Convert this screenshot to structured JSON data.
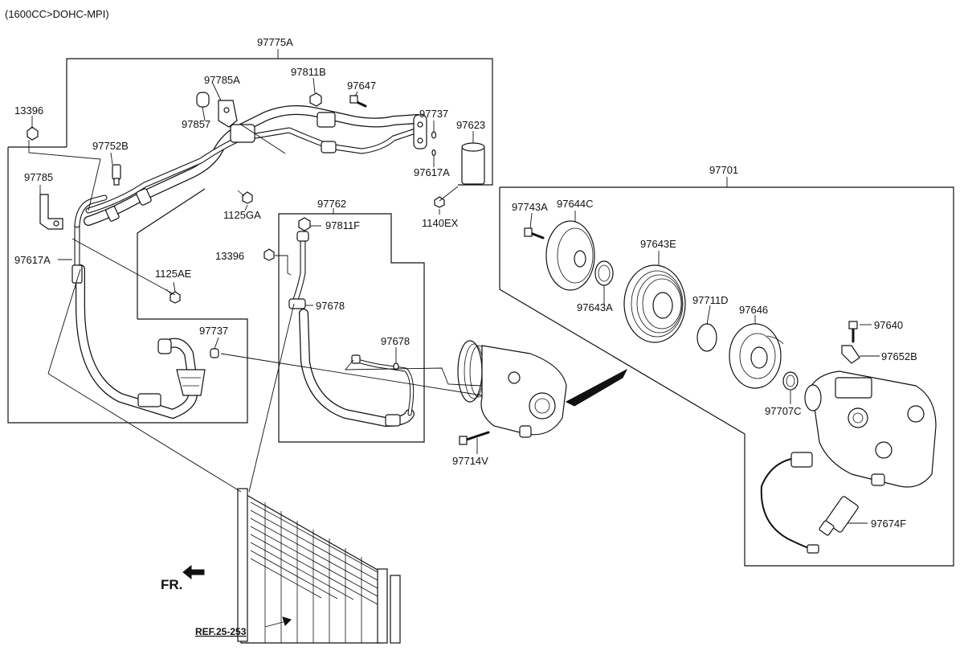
{
  "header": {
    "engine_spec": "(1600CC>DOHC-MPI)"
  },
  "group_labels": {
    "hose_assembly": "97775A",
    "discharge_hose": "97762",
    "compressor_assembly": "97701"
  },
  "part_labels": {
    "p13396_left": "13396",
    "p97752B": "97752B",
    "p97785": "97785",
    "p97617A_left": "97617A",
    "p97785A": "97785A",
    "p97857": "97857",
    "p97811B": "97811B",
    "p97647": "97647",
    "p97737_top": "97737",
    "p97623": "97623",
    "p97617A_right": "97617A",
    "p1140EX": "1140EX",
    "p1125GA": "1125GA",
    "p1125AE": "1125AE",
    "p97737_mid": "97737",
    "p97811F": "97811F",
    "p13396_mid": "13396",
    "p97678_a": "97678",
    "p97678_b": "97678",
    "p97714V": "97714V",
    "p97743A": "97743A",
    "p97644C": "97644C",
    "p97643A": "97643A",
    "p97643E": "97643E",
    "p97711D": "97711D",
    "p97646": "97646",
    "p97640": "97640",
    "p97652B": "97652B",
    "p97707C": "97707C",
    "p97674F": "97674F"
  },
  "front_indicator": "FR.",
  "reference": "REF.25-253"
}
